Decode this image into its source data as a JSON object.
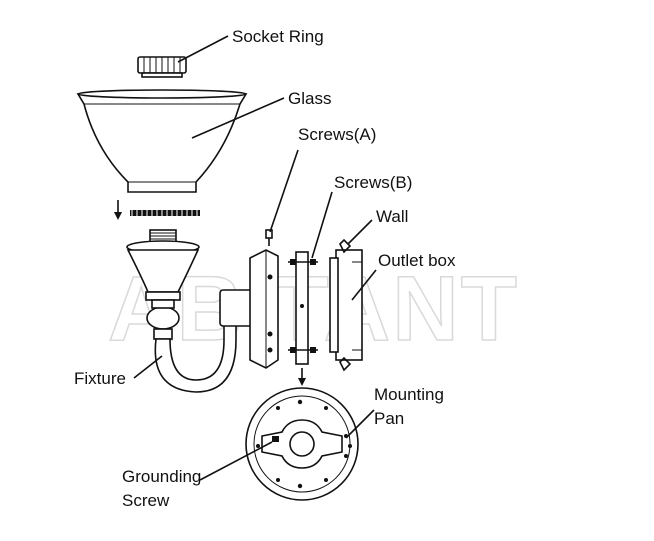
{
  "labels": {
    "socket_ring": "Socket Ring",
    "glass": "Glass",
    "screws_a": "Screws(A)",
    "screws_b": "Screws(B)",
    "wall": "Wall",
    "outlet_box": "Outlet box",
    "fixture": "Fixture",
    "mounting": "Mounting",
    "pan": "Pan",
    "grounding": "Grounding",
    "screw": "Screw"
  },
  "watermark": "ABITANT",
  "colors": {
    "line": "#111111",
    "watermark": "#d9d9d9",
    "background": "#ffffff"
  }
}
